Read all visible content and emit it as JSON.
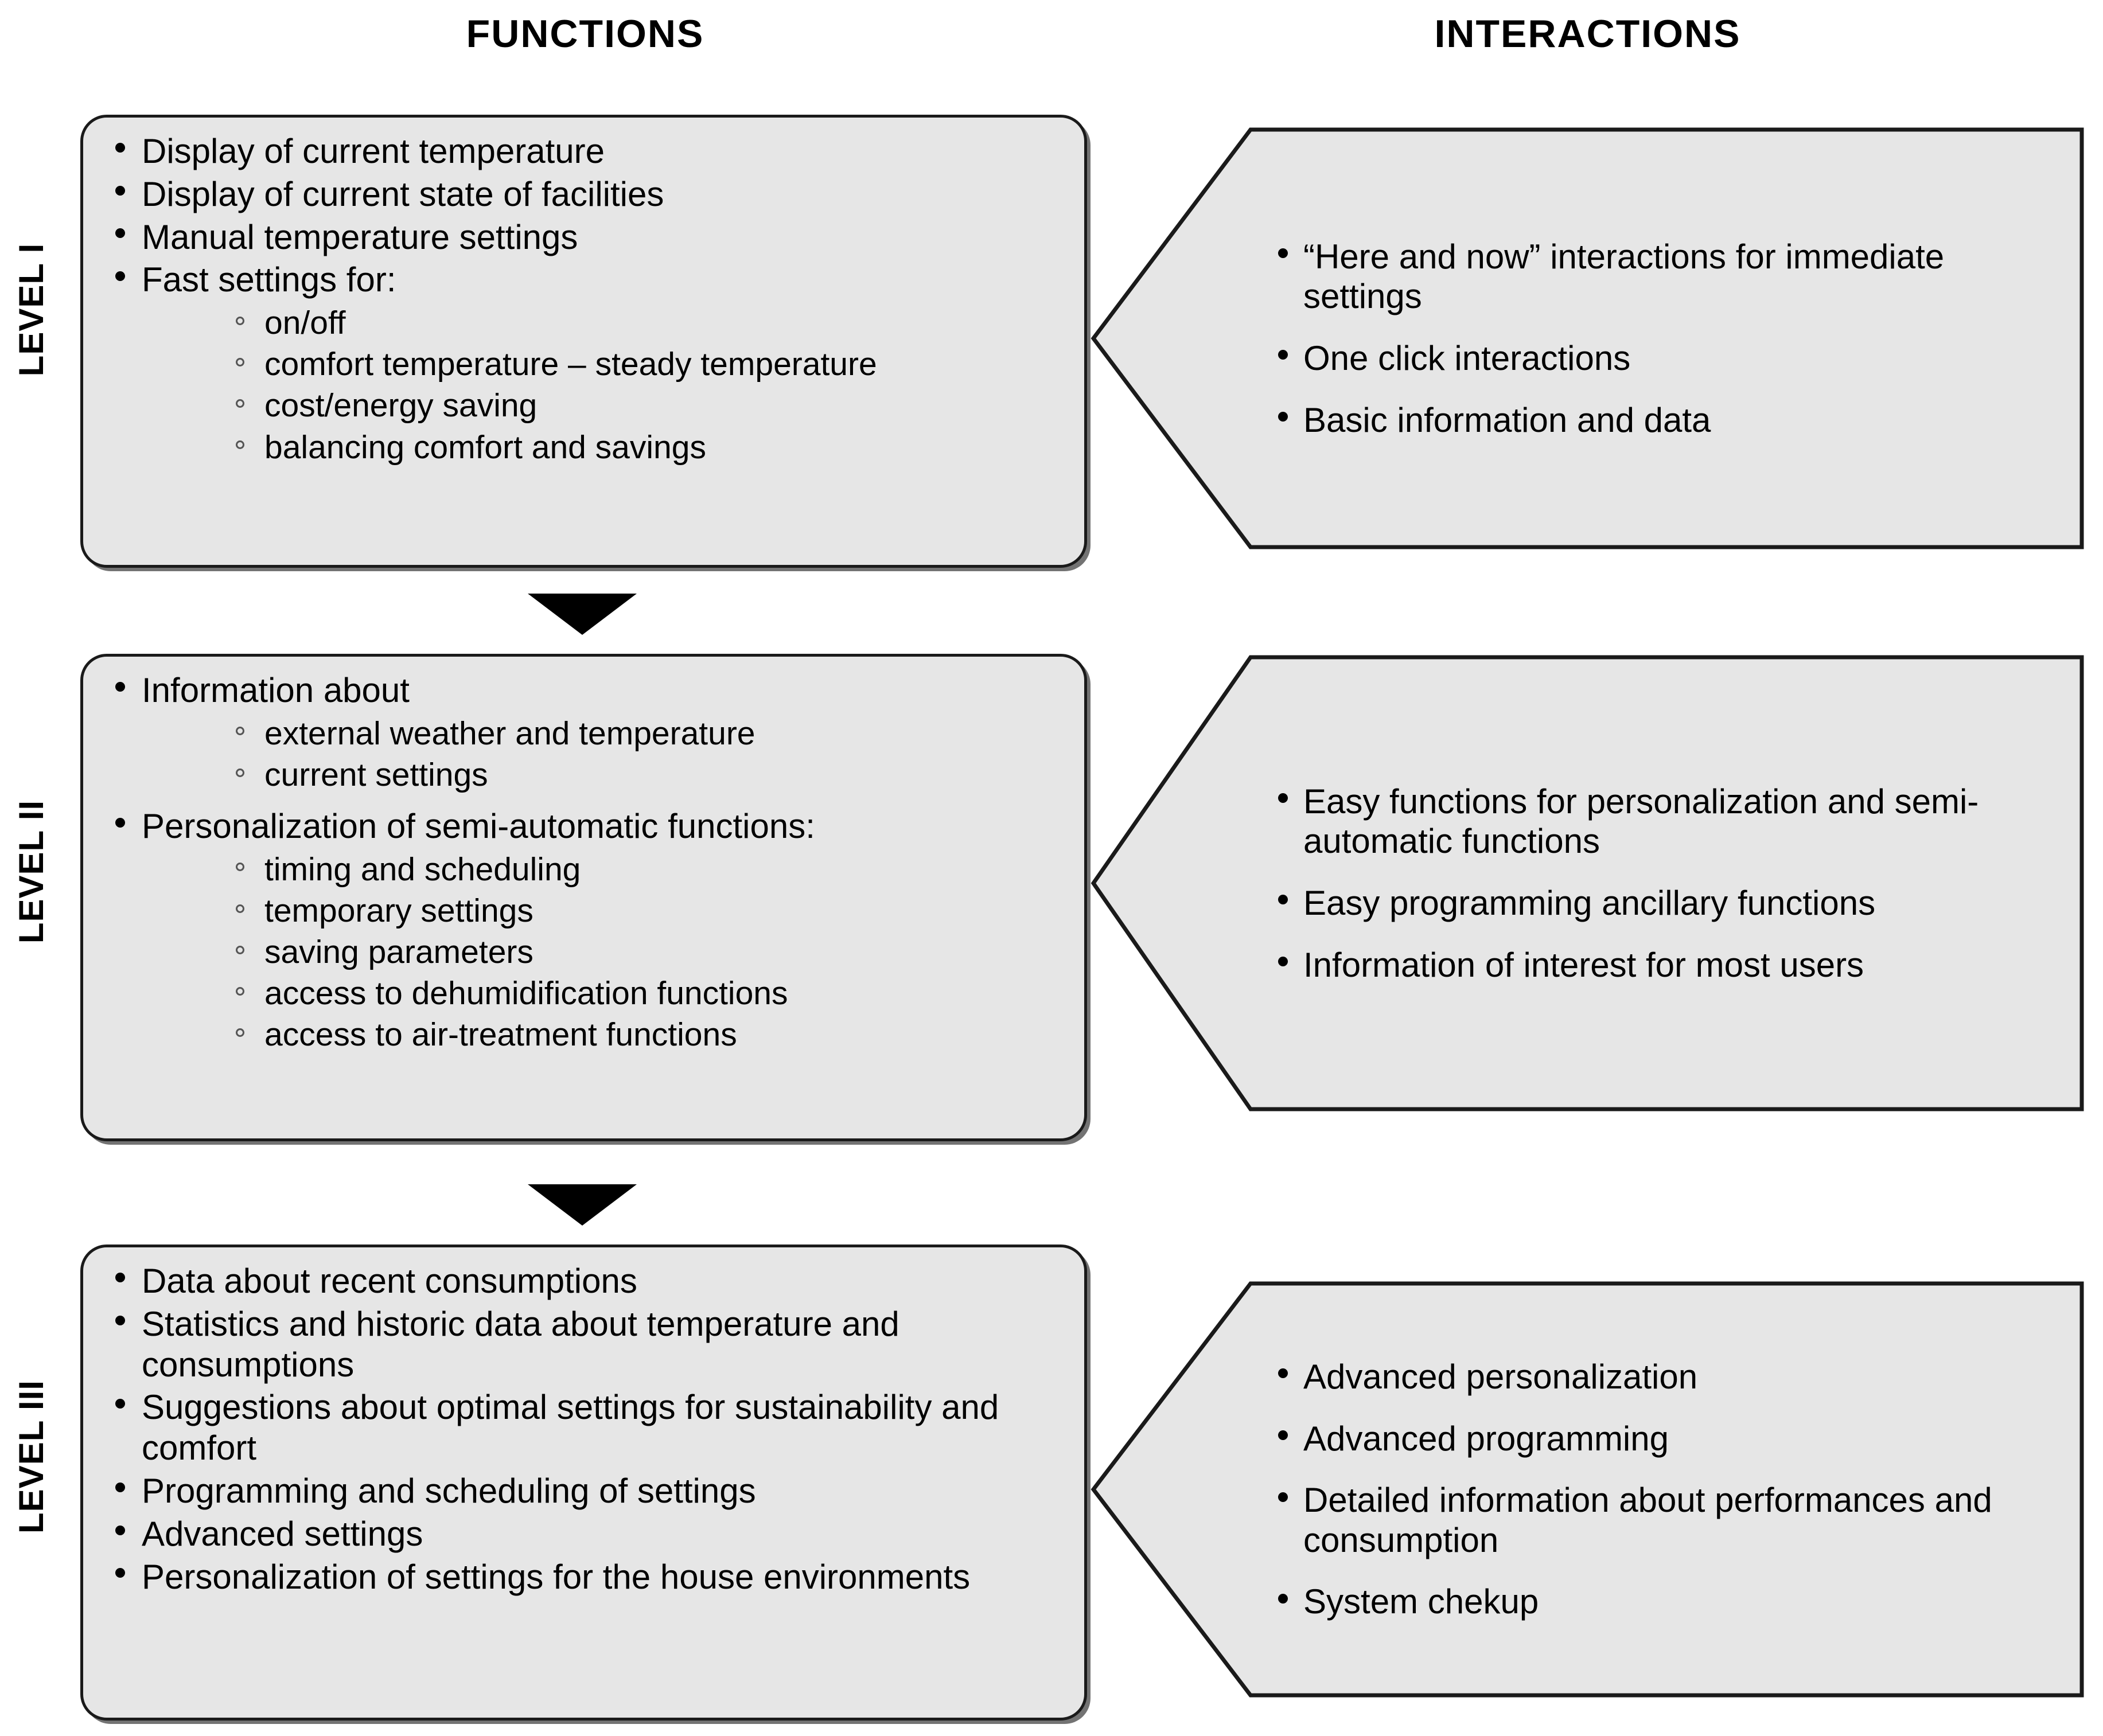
{
  "headers": {
    "functions": "FUNCTIONS",
    "interactions": "INTERACTIONS"
  },
  "levels": [
    {
      "label": "LEVEL I",
      "functions": [
        {
          "text": "Display of current temperature",
          "sub": []
        },
        {
          "text": "Display of current state of facilities",
          "sub": []
        },
        {
          "text": "Manual temperature settings",
          "sub": []
        },
        {
          "text": "Fast settings for:",
          "sub": [
            "on/off",
            "comfort temperature – steady temperature",
            "cost/energy saving",
            "balancing comfort and savings"
          ]
        }
      ],
      "interactions": [
        "“Here and now” interactions for immediate settings",
        "One click interactions",
        "Basic information and data"
      ]
    },
    {
      "label": "LEVEL II",
      "functions": [
        {
          "text": "Information about",
          "sub": [
            "external weather and temperature",
            "current settings"
          ]
        },
        {
          "text": "Personalization of semi-automatic functions:",
          "sub": [
            "timing  and scheduling",
            "temporary settings",
            "saving parameters",
            "access to dehumidification functions",
            "access to air-treatment functions"
          ]
        }
      ],
      "interactions": [
        "Easy functions for personalization and semi-automatic functions",
        "Easy programming ancillary functions",
        "Information of interest for most users"
      ]
    },
    {
      "label": "LEVEL III",
      "functions": [
        {
          "text": "Data about recent consumptions",
          "sub": []
        },
        {
          "text": "Statistics and historic data about temperature and consumptions",
          "sub": []
        },
        {
          "text": "Suggestions about optimal settings for sustainability and comfort",
          "sub": []
        },
        {
          "text": "Programming and scheduling of settings",
          "sub": []
        },
        {
          "text": "Advanced settings",
          "sub": []
        },
        {
          "text": "Personalization of settings for the house environments",
          "sub": []
        }
      ],
      "interactions": [
        "Advanced personalization",
        "Advanced programming",
        "Detailed information about performances and consumption",
        "System chekup"
      ]
    }
  ],
  "connectors": [
    {
      "name": "down-arrow-level-1-to-2"
    },
    {
      "name": "down-arrow-level-2-to-3"
    }
  ],
  "colors": {
    "box_fill": "#e6e6e6",
    "box_stroke": "#1a1a1a",
    "arrow_fill": "#000000",
    "page_background": "#ffffff"
  }
}
